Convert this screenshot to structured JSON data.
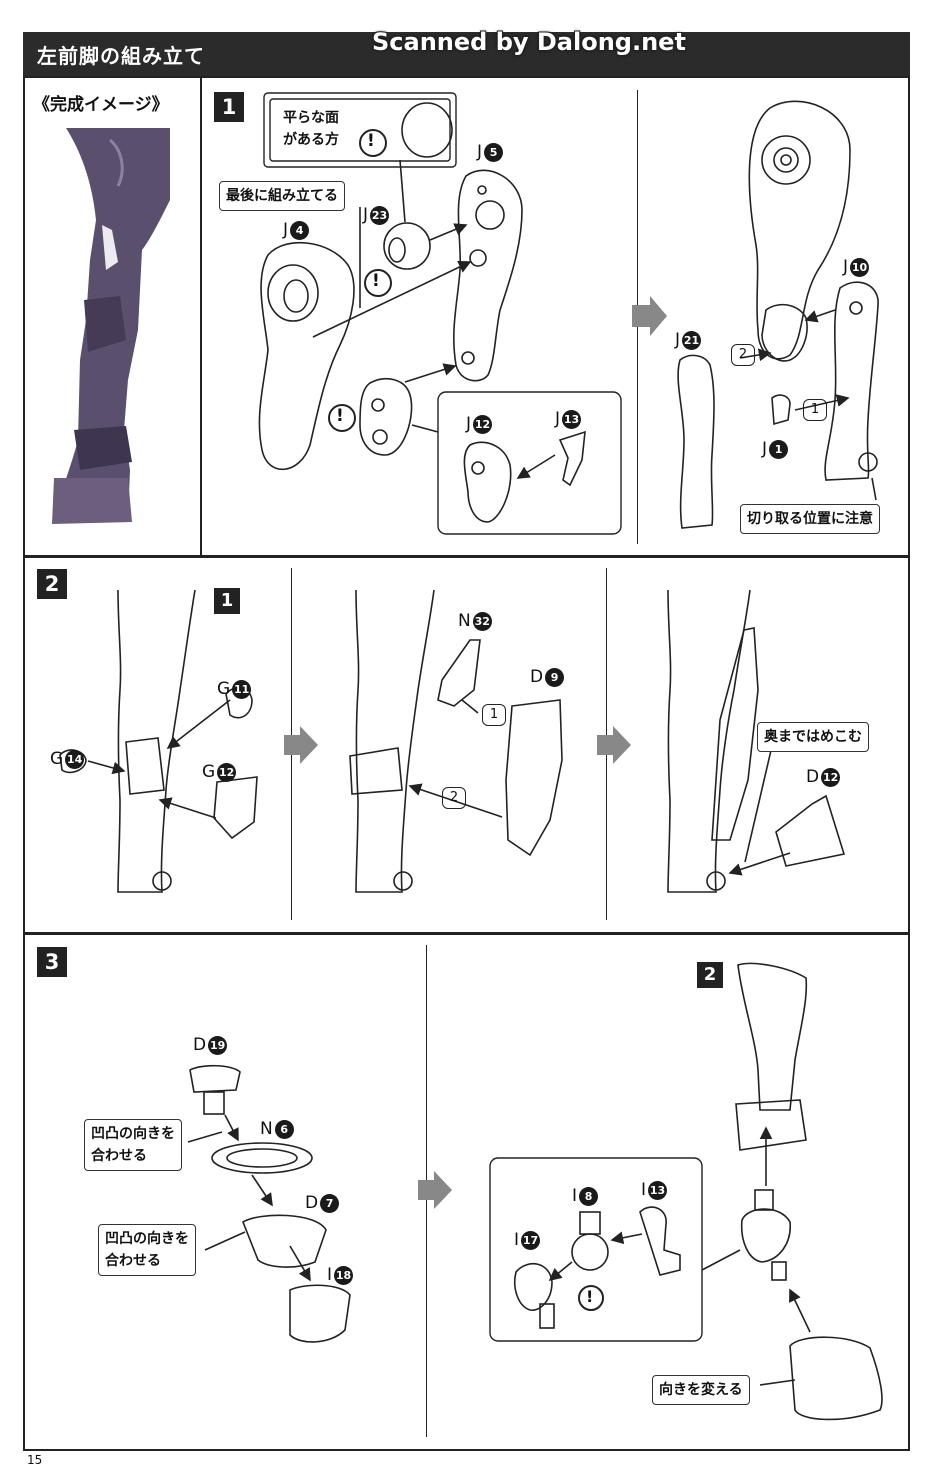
{
  "header": {
    "title": "左前脚の組み立て",
    "watermark": "Scanned by Dalong.net"
  },
  "preview": {
    "label": "《完成イメージ》"
  },
  "step1": {
    "badge": "1",
    "notes": {
      "flat_side_line1": "平らな面",
      "flat_side_line2": "がある方",
      "assemble_last": "最後に組み立てる",
      "cut_position": "切り取る位置に注意"
    },
    "parts": [
      {
        "letter": "J",
        "num": "5"
      },
      {
        "letter": "J",
        "num": "23"
      },
      {
        "letter": "J",
        "num": "4"
      },
      {
        "letter": "J",
        "num": "12"
      },
      {
        "letter": "J",
        "num": "13"
      },
      {
        "letter": "J",
        "num": "10"
      },
      {
        "letter": "J",
        "num": "21"
      },
      {
        "letter": "J",
        "num": "1"
      }
    ],
    "sequence": [
      "1",
      "2"
    ]
  },
  "step2": {
    "badge": "2",
    "sub_badge": "1",
    "notes": {
      "push_in": "奥まではめこむ"
    },
    "parts": [
      {
        "letter": "G",
        "num": "11"
      },
      {
        "letter": "G",
        "num": "14"
      },
      {
        "letter": "G",
        "num": "12"
      },
      {
        "letter": "N",
        "num": "32"
      },
      {
        "letter": "D",
        "num": "9"
      },
      {
        "letter": "D",
        "num": "12"
      }
    ],
    "sequence": [
      "1",
      "2"
    ]
  },
  "step3": {
    "badge": "3",
    "sub_badge": "2",
    "notes": {
      "align_line1": "凹凸の向きを",
      "align_line2": "合わせる",
      "change_direction": "向きを変える"
    },
    "parts": [
      {
        "letter": "D",
        "num": "19"
      },
      {
        "letter": "N",
        "num": "6"
      },
      {
        "letter": "D",
        "num": "7"
      },
      {
        "letter": "I",
        "num": "18"
      },
      {
        "letter": "I",
        "num": "8"
      },
      {
        "letter": "I",
        "num": "13"
      },
      {
        "letter": "I",
        "num": "17"
      }
    ]
  },
  "caution_mark": "!",
  "page_number": "15",
  "colors": {
    "header_bg": "#2b2b2b",
    "ink": "#222222",
    "preview_purple": "#5b4f6e"
  }
}
